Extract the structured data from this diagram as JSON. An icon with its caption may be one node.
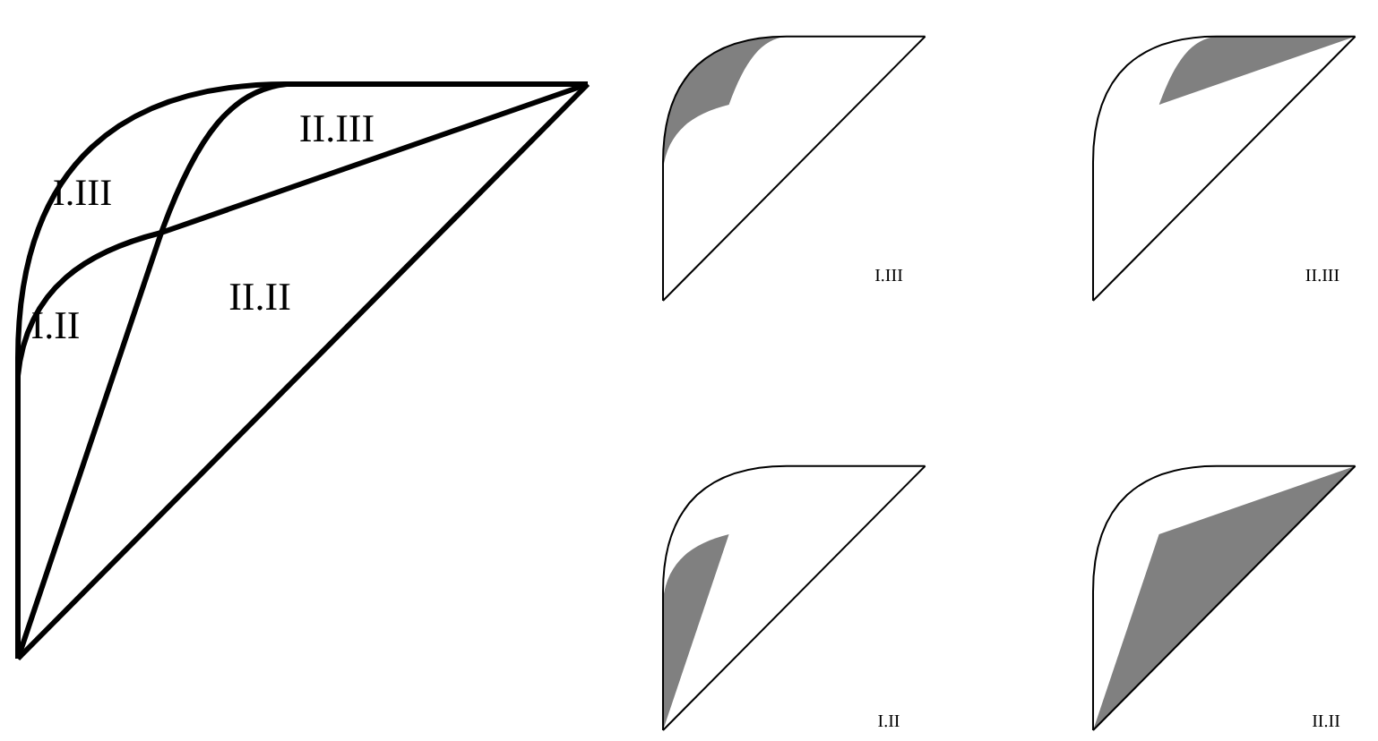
{
  "diagram": {
    "labels": [
      "II.III",
      "I.III",
      "II.II",
      "I.II",
      "I.III",
      "II.III",
      "I.II",
      "II.II"
    ]
  }
}
